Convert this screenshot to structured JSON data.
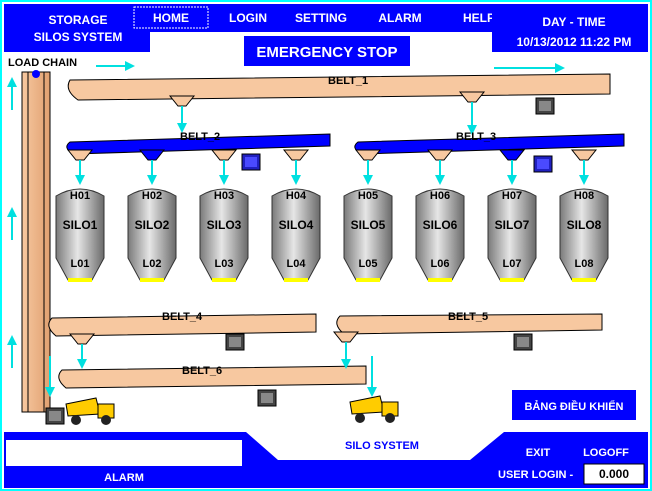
{
  "colors": {
    "panel": "#0000ff",
    "belt_light": "#f7c8a0",
    "belt_dark": "#0000ff",
    "arrow": "#00e0e0",
    "silo": "#b0b0b0",
    "silo_level": "#ffff00",
    "frame": "#00ffff"
  },
  "header": {
    "title_line1": "STORAGE",
    "title_line2": "SILOS SYSTEM",
    "day_time_label": "DAY - TIME",
    "datetime": "10/13/2012 11:22 PM"
  },
  "nav": {
    "items": [
      "HOME",
      "LOGIN",
      "SETTING",
      "ALARM",
      "HELP"
    ],
    "active": "HOME"
  },
  "emergency_label": "EMERGENCY STOP",
  "load_chain_label": "LOAD CHAIN",
  "belts": [
    "BELT_1",
    "BELT_2",
    "BELT_3",
    "BELT_4",
    "BELT_5",
    "BELT_6"
  ],
  "silos": [
    {
      "top": "H01",
      "name": "SILO1",
      "bottom": "L01"
    },
    {
      "top": "H02",
      "name": "SILO2",
      "bottom": "L02"
    },
    {
      "top": "H03",
      "name": "SILO3",
      "bottom": "L03"
    },
    {
      "top": "H04",
      "name": "SILO4",
      "bottom": "L04"
    },
    {
      "top": "H05",
      "name": "SILO5",
      "bottom": "L05"
    },
    {
      "top": "H06",
      "name": "SILO6",
      "bottom": "L06"
    },
    {
      "top": "H07",
      "name": "SILO7",
      "bottom": "L07"
    },
    {
      "top": "H08",
      "name": "SILO8",
      "bottom": "L08"
    }
  ],
  "control_panel_button": "BẢNG ĐIỀU KHIỂN",
  "footer": {
    "alarm_label": "ALARM",
    "system_label": "SILO SYSTEM",
    "exit_label": "EXIT",
    "logoff_label": "LOGOFF",
    "user_login_label": "USER LOGIN -",
    "user_login_value": "0.000"
  },
  "icons": [
    "motor-icon",
    "dump-truck-icon",
    "arrow-icon"
  ]
}
